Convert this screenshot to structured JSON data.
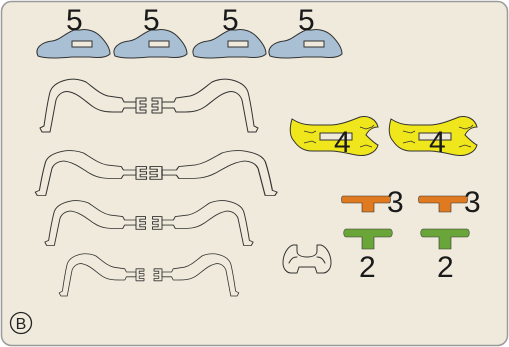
{
  "sheet_label": "B",
  "colors": {
    "background": "#efeadb",
    "border": "#9a9a9a",
    "blue_part": "#a9bfd4",
    "yellow_part": "#f0e61c",
    "orange_part": "#e07a21",
    "green_part": "#6aa53a"
  },
  "parts": {
    "blue": {
      "number": "5",
      "count": 4
    },
    "yellow": {
      "number": "4",
      "count": 2
    },
    "orange": {
      "number": "3",
      "count": 2
    },
    "green": {
      "number": "2",
      "count": 2
    }
  }
}
